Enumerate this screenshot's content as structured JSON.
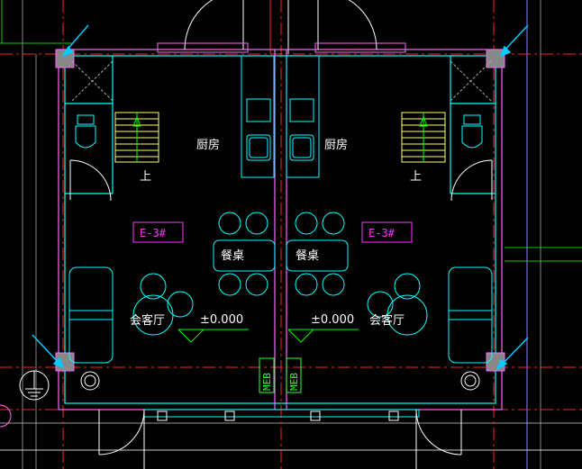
{
  "plan": {
    "labels": {
      "kitchen": "厨房",
      "dining": "餐桌",
      "living": "会客厅",
      "stair_up": "上",
      "elevation": "±0.000",
      "panel_tag": "E-3#",
      "meb": "MEB"
    },
    "colors": {
      "background": "#000000",
      "wall": "#ff66ff",
      "fixture": "#00ffff",
      "axis": "#ff2222",
      "stair": "#ffff66",
      "grid": "#00dd00",
      "text": "#ffffff",
      "tag": "#ff33ff",
      "column": "#888888"
    }
  }
}
